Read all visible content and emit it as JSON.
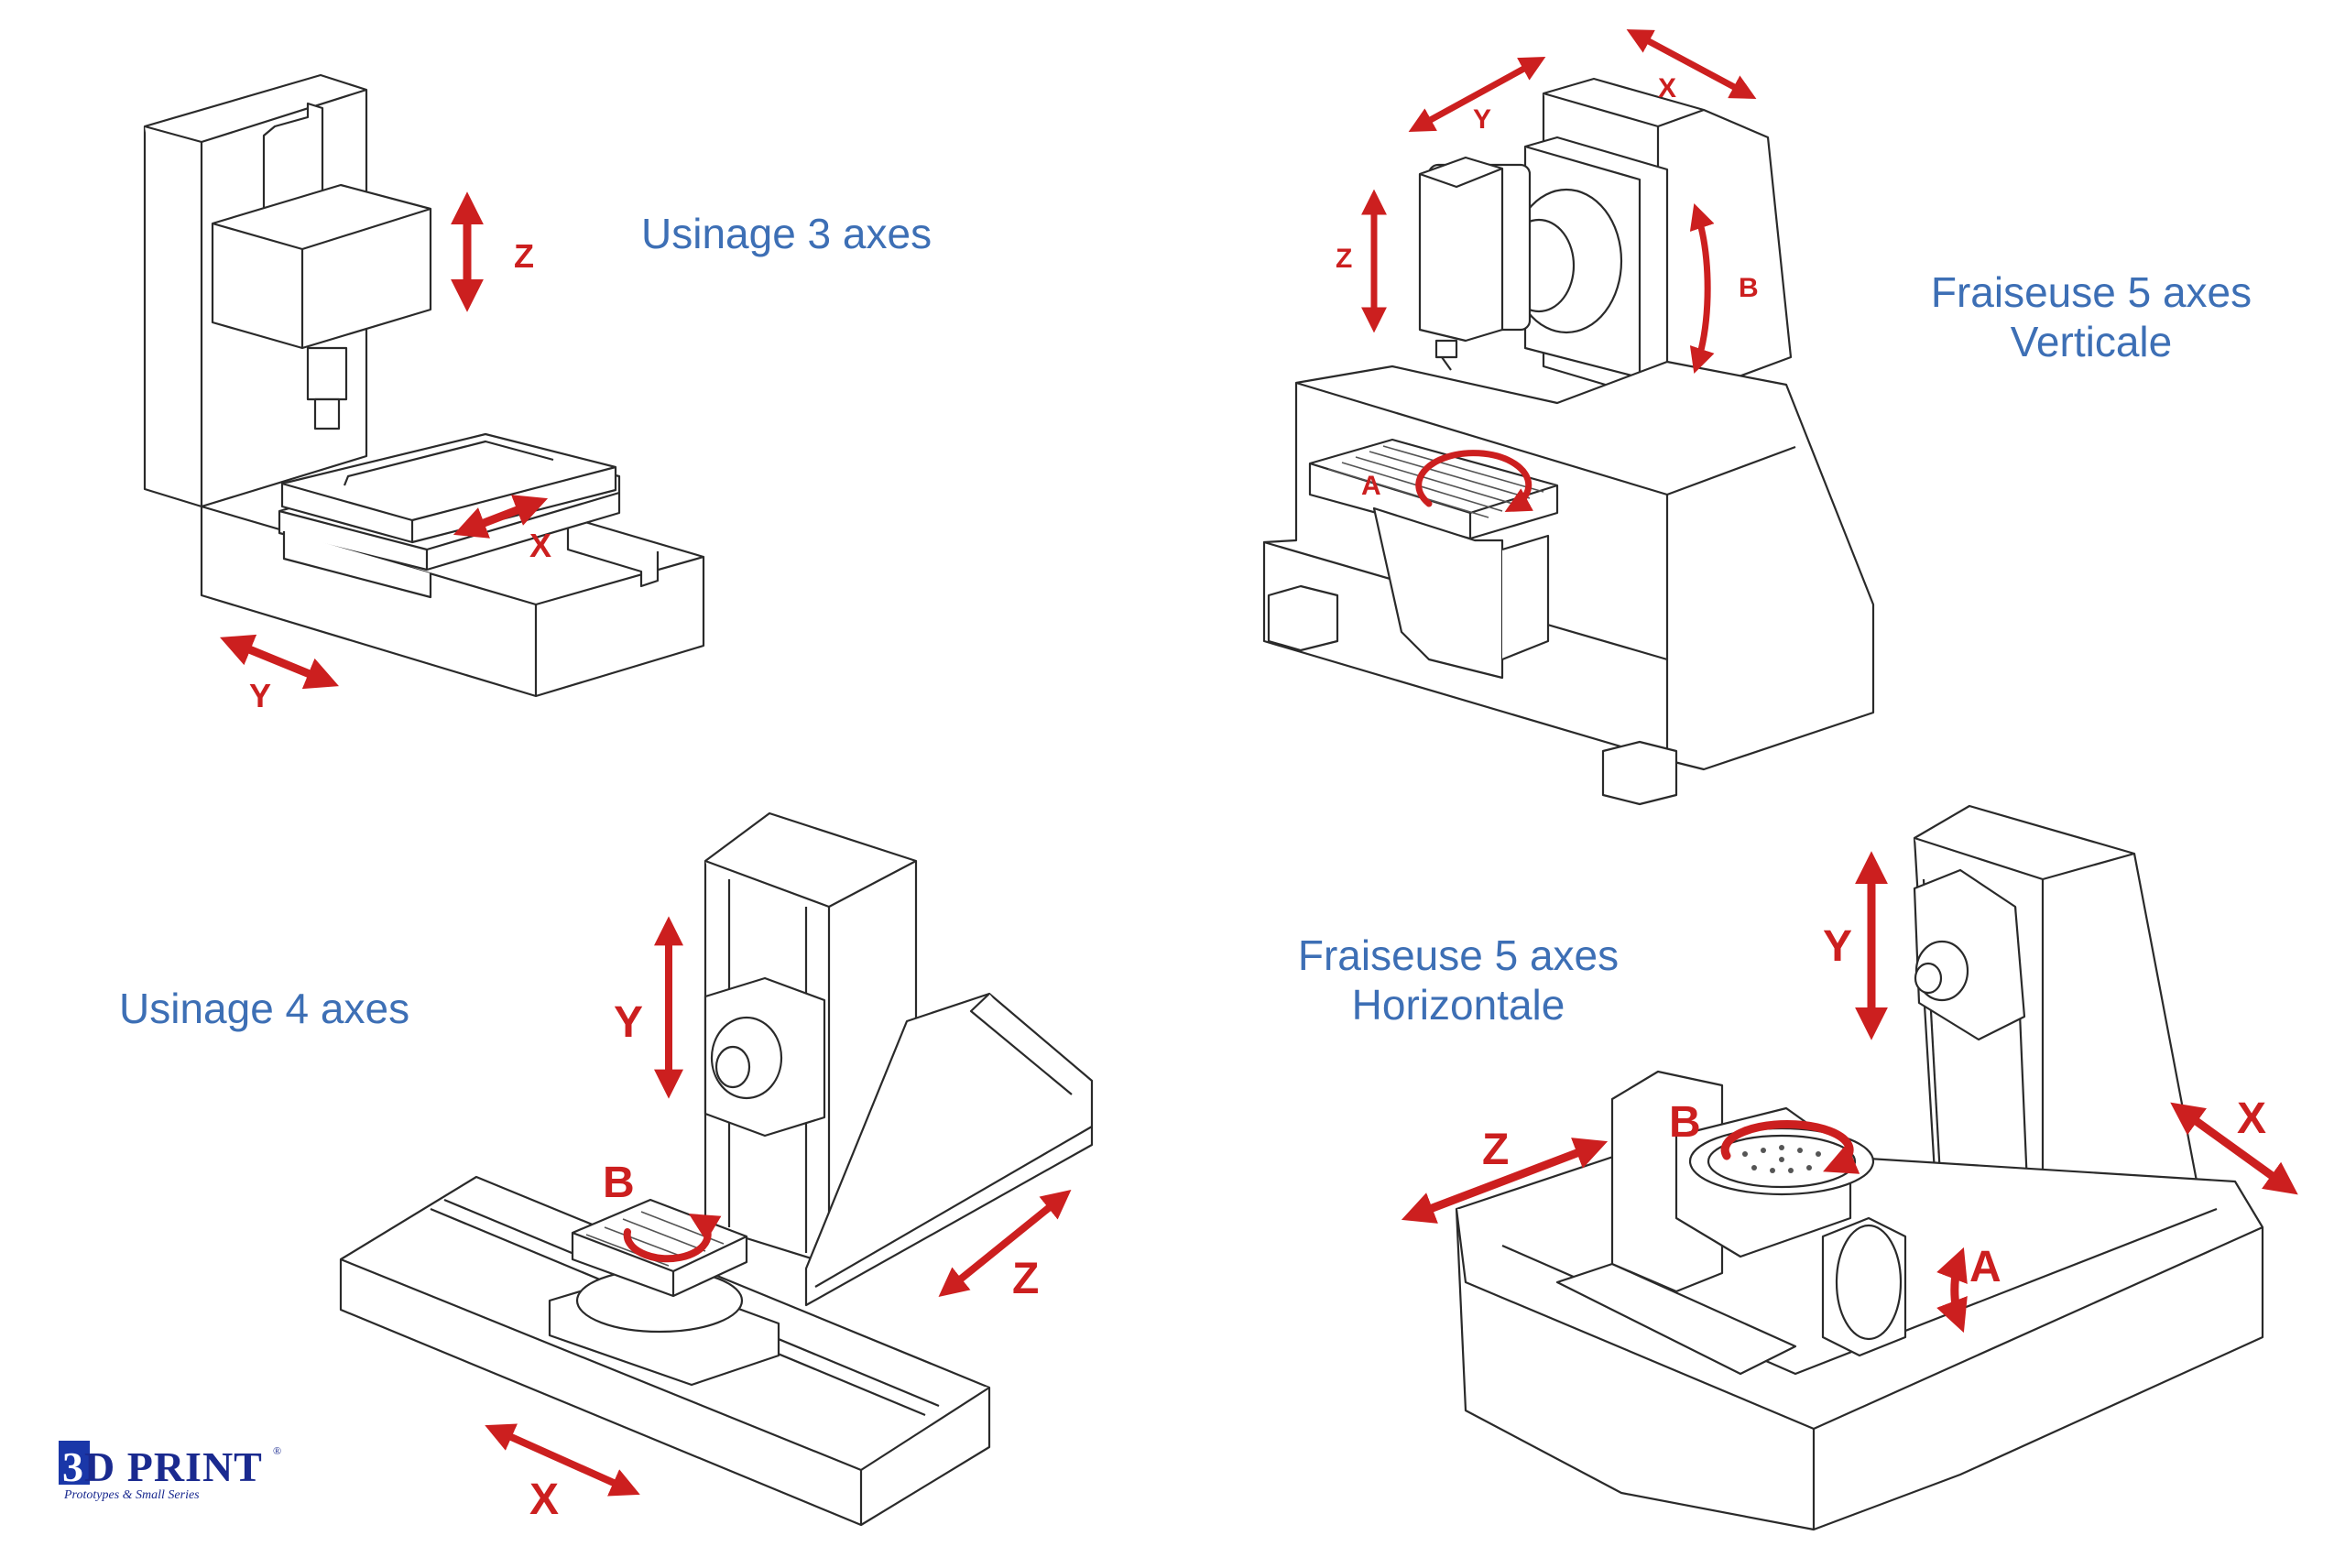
{
  "panels": {
    "three_axis": {
      "title": "Usinage 3 axes",
      "axes": {
        "z": "Z",
        "x": "X",
        "y": "Y"
      }
    },
    "five_axis_vertical": {
      "title_line1": "Fraiseuse 5 axes",
      "title_line2": "Verticale",
      "axes": {
        "x": "X",
        "y": "Y",
        "z": "Z",
        "b": "B",
        "a": "A"
      }
    },
    "four_axis": {
      "title": "Usinage 4 axes",
      "axes": {
        "y": "Y",
        "b": "B",
        "z": "Z",
        "x": "X"
      }
    },
    "five_axis_horizontal": {
      "title_line1": "Fraiseuse 5 axes",
      "title_line2": "Horizontale",
      "axes": {
        "y": "Y",
        "b": "B",
        "z": "Z",
        "x": "X",
        "a": "A"
      }
    }
  },
  "logo": {
    "brand_digit": "3",
    "brand_rest": "D PRINT",
    "registered": "®",
    "tagline": "Prototypes & Small Series"
  },
  "colors": {
    "title": "#3d6fb5",
    "arrow": "#cc1f1f",
    "line": "#2a2a2a",
    "logo": "#1a2a8f"
  }
}
